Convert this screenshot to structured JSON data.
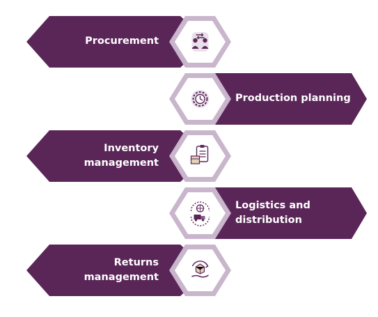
{
  "colors": {
    "banner": "#5a2658",
    "hexagon_fill": "#ffffff",
    "hexagon_ring": "#c9b6cc",
    "icon_accent": "#5a2658",
    "text": "#ffffff"
  },
  "stages": [
    {
      "label": "Procurement",
      "icon": "people-exchange-icon",
      "side": "left"
    },
    {
      "label": "Production planning",
      "icon": "gear-clock-icon",
      "side": "right"
    },
    {
      "label": "Inventory management",
      "label_lines": [
        "Inventory",
        "management"
      ],
      "icon": "clipboard-box-icon",
      "side": "left"
    },
    {
      "label": "Logistics and distribution",
      "label_lines": [
        "Logistics and",
        "distribution"
      ],
      "icon": "globe-truck-icon",
      "side": "right"
    },
    {
      "label": "Returns management",
      "label_lines": [
        "Returns",
        "management"
      ],
      "icon": "hand-box-return-icon",
      "side": "left"
    }
  ]
}
